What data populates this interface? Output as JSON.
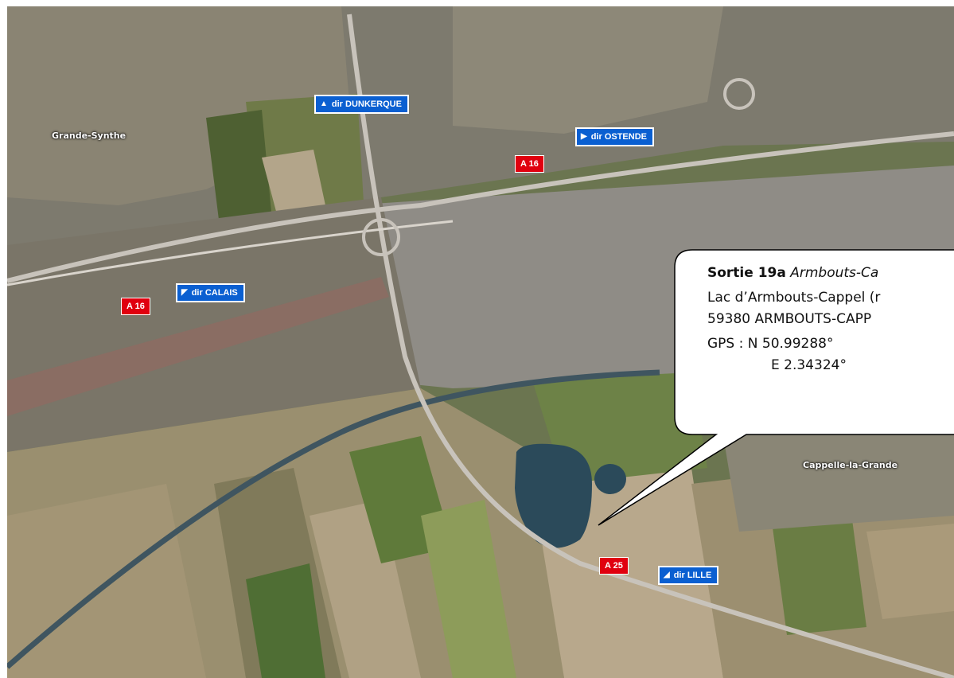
{
  "map": {
    "places": [
      {
        "id": "grande-synthe",
        "label": "Grande-Synthe"
      },
      {
        "id": "cappelle-la-grande",
        "label": "Cappelle-la-Grande"
      }
    ],
    "road_labels": [
      {
        "id": "a16-north",
        "label": "A 16"
      },
      {
        "id": "a16-west",
        "label": "A 16"
      },
      {
        "id": "a25",
        "label": "A 25"
      }
    ],
    "direction_signs": [
      {
        "id": "dunkerque",
        "label": "dir DUNKERQUE",
        "arrow": "arrow-up-icon"
      },
      {
        "id": "ostende",
        "label": "dir OSTENDE",
        "arrow": "arrow-right-icon"
      },
      {
        "id": "calais",
        "label": "dir CALAIS",
        "arrow": "arrow-up-left-icon"
      },
      {
        "id": "lille",
        "label": "dir LILLE",
        "arrow": "arrow-down-right-icon"
      }
    ],
    "callout": {
      "exit_label": "Sortie 19a",
      "exit_place": "Armbouts-Ca",
      "address_line1": "Lac d’Armbouts-Cappel (r",
      "address_line2": "59380 ARMBOUTS-CAPP",
      "gps_lat": "GPS : N 50.99288°",
      "gps_lon": "E   2.34324°"
    },
    "colors": {
      "road_shield": "#e0000f",
      "direction_sign": "#0a5fd1",
      "water": "#2b4a5a"
    }
  }
}
